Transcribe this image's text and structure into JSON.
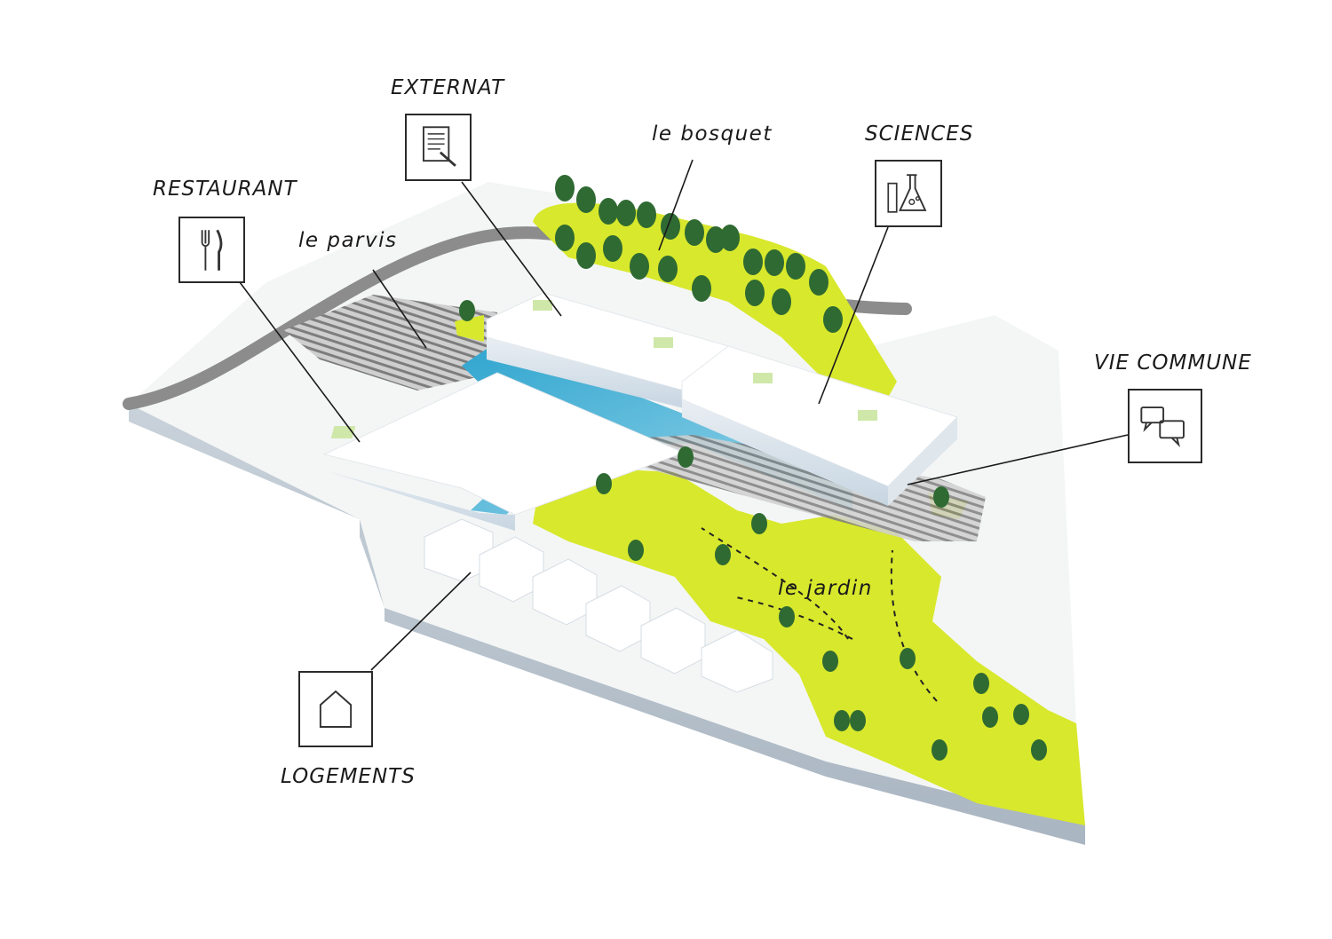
{
  "labels": {
    "externat": "EXTERNAT",
    "restaurant": "RESTAURANT",
    "sciences": "SCIENCES",
    "vie_commune": "VIE COMMUNE",
    "logements": "LOGEMENTS",
    "le_bosquet": "le bosquet",
    "le_parvis": "le parvis",
    "le_jardin": "le jardin"
  },
  "icons": {
    "externat": "document-pen-icon",
    "restaurant": "fork-knife-icon",
    "sciences": "lab-flask-icon",
    "vie_commune": "chat-bubbles-icon",
    "logements": "house-icon"
  },
  "colors": {
    "green": "#d8e82c",
    "tree": "#2f6a33",
    "water": "#7cc8e0",
    "road": "#8a8a8a",
    "building": "#ffffff"
  }
}
